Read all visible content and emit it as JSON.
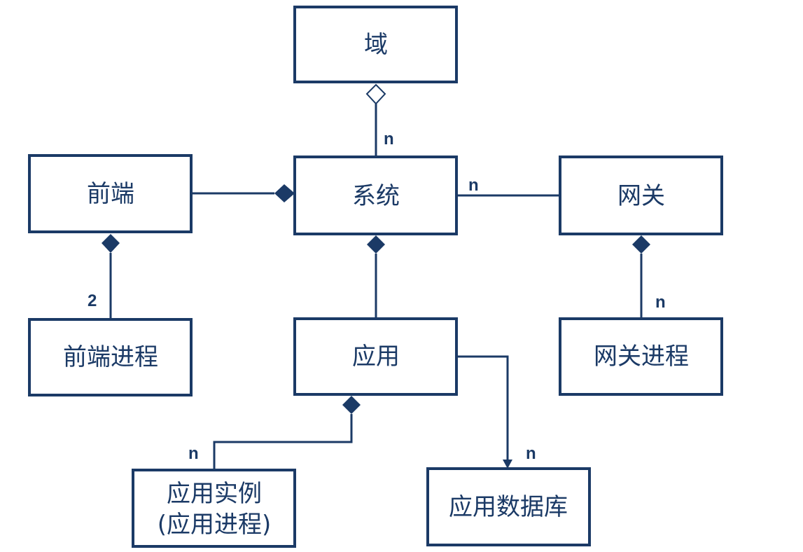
{
  "entities": {
    "domain": "域",
    "frontend": "前端",
    "system": "系统",
    "gateway": "网关",
    "frontend_process": "前端进程",
    "application": "应用",
    "gateway_process": "网关进程",
    "app_instance_line1": "应用实例",
    "app_instance_line2": "(应用进程)",
    "app_database": "应用数据库"
  },
  "multiplicities": {
    "system_domain": "n",
    "system_gateway": "n",
    "frontend_process": "2",
    "gateway_process": "n",
    "app_instance": "n",
    "app_database": "n"
  },
  "colors": {
    "stroke": "#1b3a66"
  }
}
